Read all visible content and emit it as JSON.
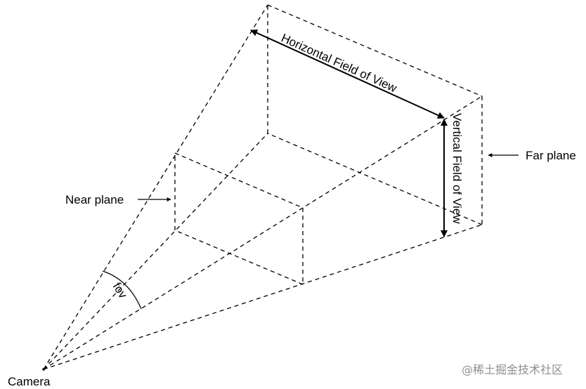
{
  "labels": {
    "horizontal_fov": "Horizontal Field of View",
    "vertical_fov": "Vertical Field of View",
    "far_plane": "Far plane",
    "near_plane": "Near plane",
    "fov": "fov",
    "camera": "Camera"
  },
  "watermark": "@稀土掘金技术社区"
}
